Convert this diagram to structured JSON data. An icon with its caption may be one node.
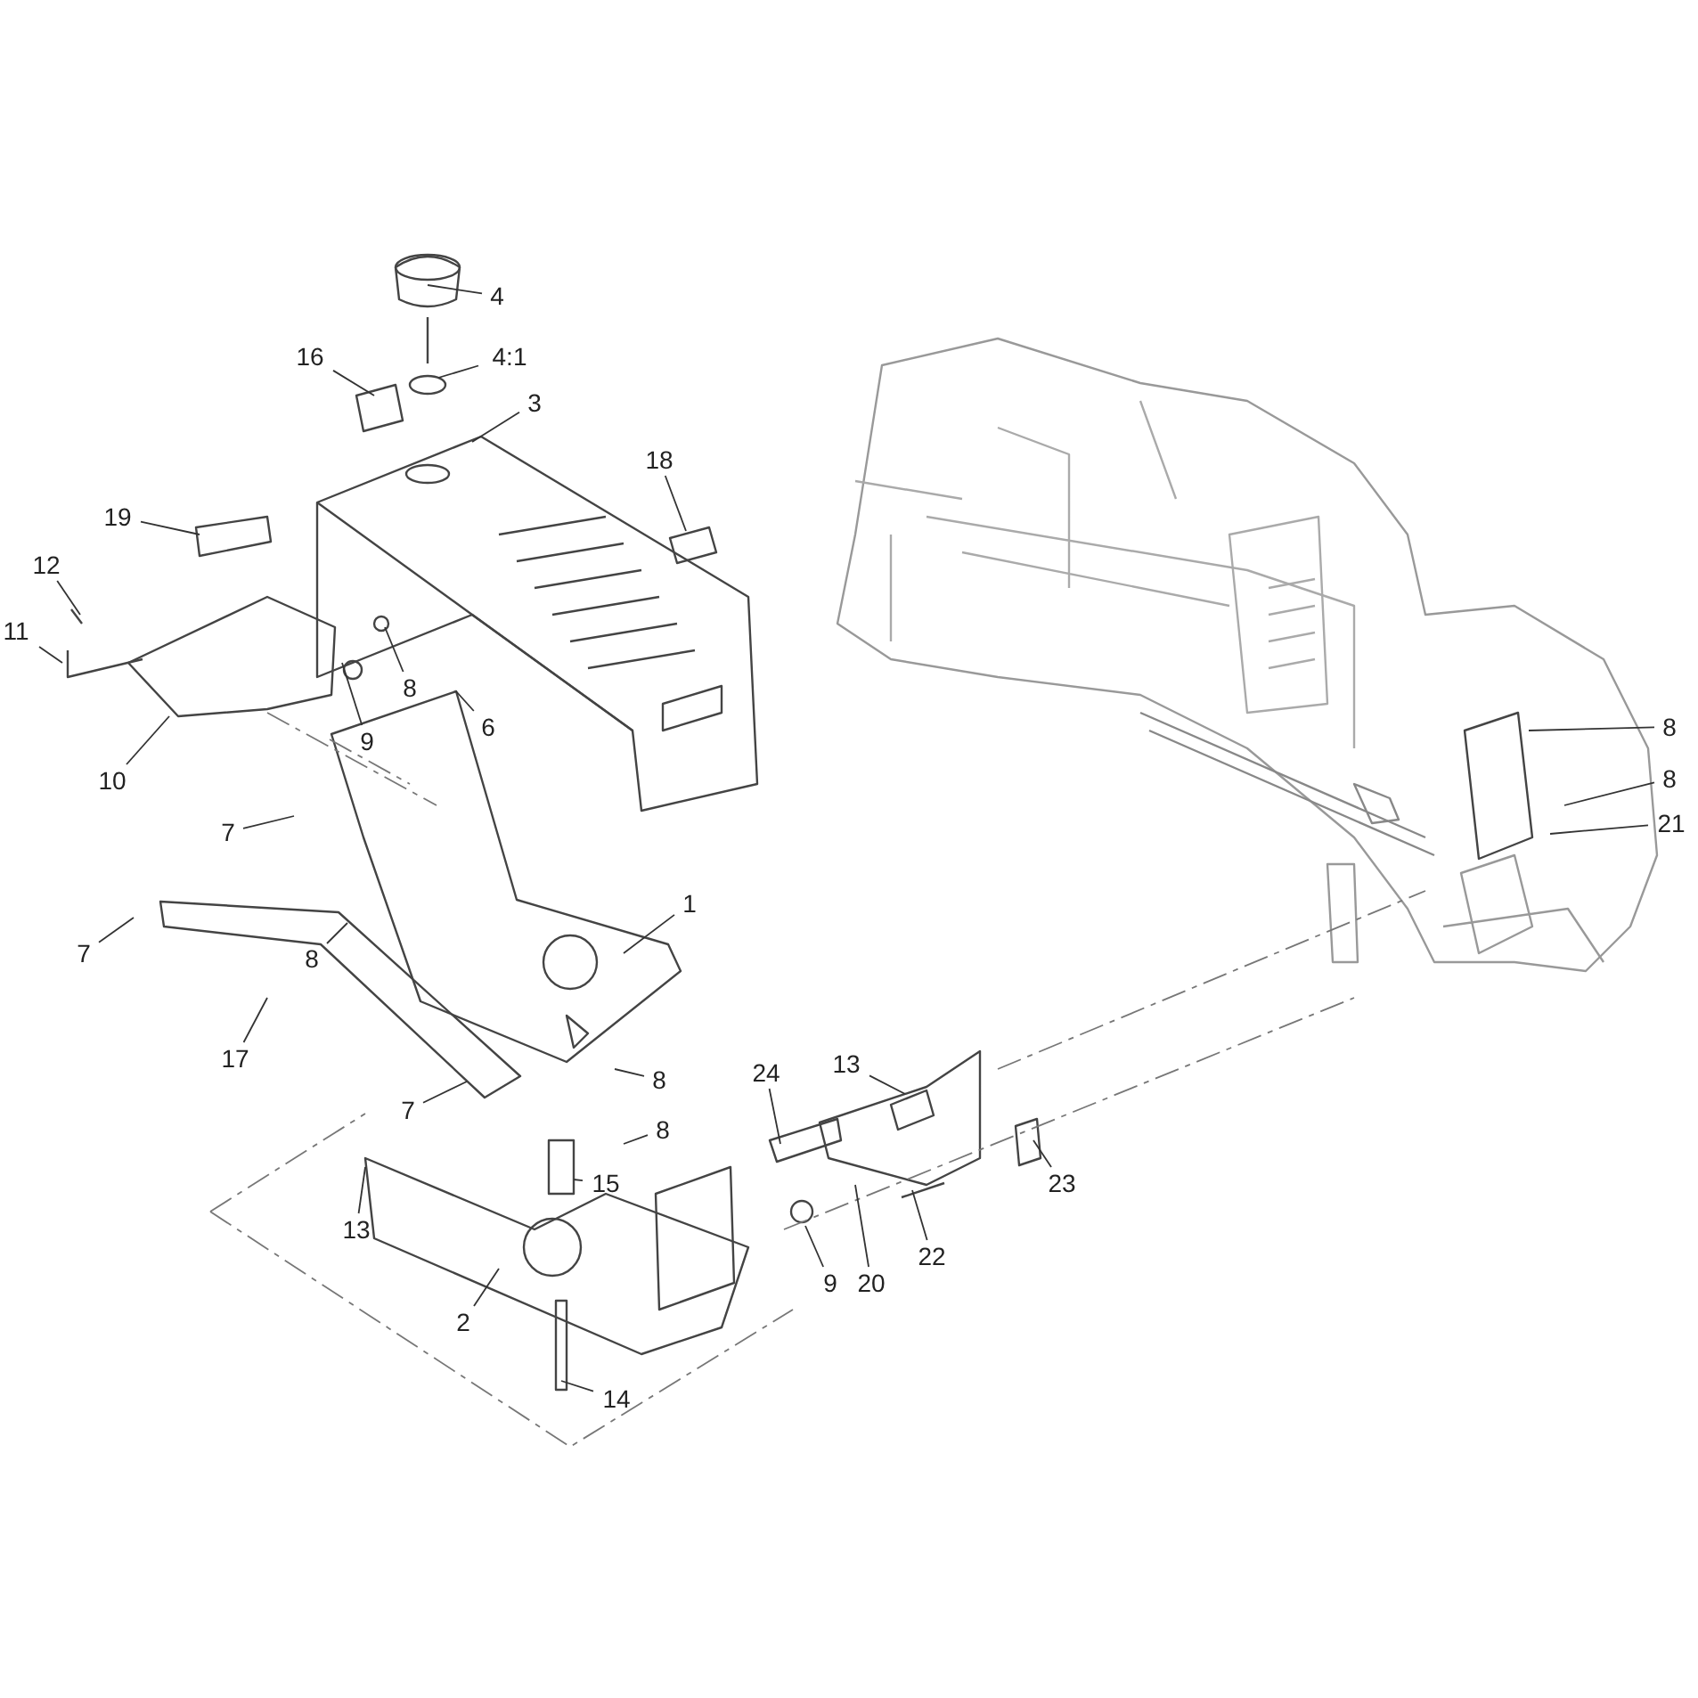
{
  "diagram": {
    "nodes": [
      {
        "text": [
          "4"
        ]
      },
      {
        "text": [
          "4:1"
        ]
      },
      {
        "text": [
          "16"
        ]
      },
      {
        "text": [
          "3"
        ]
      },
      {
        "text": [
          "18"
        ]
      },
      {
        "text": [
          "19"
        ]
      },
      {
        "text": [
          "12"
        ]
      },
      {
        "text": [
          "11"
        ]
      },
      {
        "text": [
          "8"
        ]
      },
      {
        "text": [
          "6"
        ]
      },
      {
        "text": [
          "9"
        ]
      },
      {
        "text": [
          "10"
        ]
      },
      {
        "text": [
          "8"
        ]
      },
      {
        "text": [
          "8"
        ]
      },
      {
        "text": [
          "21"
        ]
      },
      {
        "text": [
          "7"
        ]
      },
      {
        "text": [
          "1"
        ]
      },
      {
        "text": [
          "7"
        ]
      },
      {
        "text": [
          "8"
        ]
      },
      {
        "text": [
          "17"
        ]
      },
      {
        "text": [
          "24"
        ]
      },
      {
        "text": [
          "13"
        ]
      },
      {
        "text": [
          "8"
        ]
      },
      {
        "text": [
          "7"
        ]
      },
      {
        "text": [
          "15"
        ]
      },
      {
        "text": [
          "8"
        ]
      },
      {
        "text": [
          "13"
        ]
      },
      {
        "text": [
          "23"
        ]
      },
      {
        "text": [
          "9"
        ]
      },
      {
        "text": [
          "20"
        ]
      },
      {
        "text": [
          "22"
        ]
      },
      {
        "text": [
          "2"
        ]
      },
      {
        "text": [
          "14"
        ]
      }
    ],
    "edges": [
      {
        "from": 0,
        "to": null,
        "arrow": "none"
      },
      {
        "from": 1,
        "to": null,
        "arrow": "none"
      },
      {
        "from": 2,
        "to": null,
        "arrow": "none"
      },
      {
        "from": 3,
        "to": null,
        "arrow": "none"
      },
      {
        "from": 4,
        "to": null,
        "arrow": "none"
      },
      {
        "from": 5,
        "to": null,
        "arrow": "none"
      },
      {
        "from": 6,
        "to": null,
        "arrow": "none"
      },
      {
        "from": 7,
        "to": null,
        "arrow": "none"
      },
      {
        "from": 8,
        "to": null,
        "arrow": "none"
      },
      {
        "from": 9,
        "to": null,
        "arrow": "none"
      },
      {
        "from": 10,
        "to": null,
        "arrow": "none"
      },
      {
        "from": 11,
        "to": null,
        "arrow": "none"
      },
      {
        "from": 12,
        "to": null,
        "arrow": "none"
      },
      {
        "from": 13,
        "to": null,
        "arrow": "none"
      },
      {
        "from": 14,
        "to": null,
        "arrow": "none"
      },
      {
        "from": 15,
        "to": null,
        "arrow": "none"
      },
      {
        "from": 16,
        "to": null,
        "arrow": "none"
      },
      {
        "from": 17,
        "to": null,
        "arrow": "none"
      },
      {
        "from": 18,
        "to": null,
        "arrow": "none"
      },
      {
        "from": 19,
        "to": null,
        "arrow": "none"
      },
      {
        "from": 20,
        "to": null,
        "arrow": "none"
      },
      {
        "from": 21,
        "to": null,
        "arrow": "none"
      },
      {
        "from": 22,
        "to": null,
        "arrow": "none"
      },
      {
        "from": 23,
        "to": null,
        "arrow": "none"
      },
      {
        "from": 24,
        "to": null,
        "arrow": "none"
      },
      {
        "from": 25,
        "to": null,
        "arrow": "none"
      },
      {
        "from": 26,
        "to": null,
        "arrow": "none"
      },
      {
        "from": 27,
        "to": null,
        "arrow": "none"
      },
      {
        "from": 28,
        "to": null,
        "arrow": "none"
      },
      {
        "from": 29,
        "to": null,
        "arrow": "none"
      },
      {
        "from": 30,
        "to": null,
        "arrow": "none"
      },
      {
        "from": 31,
        "to": null,
        "arrow": "none"
      },
      {
        "from": 32,
        "to": null,
        "arrow": "none"
      }
    ]
  }
}
